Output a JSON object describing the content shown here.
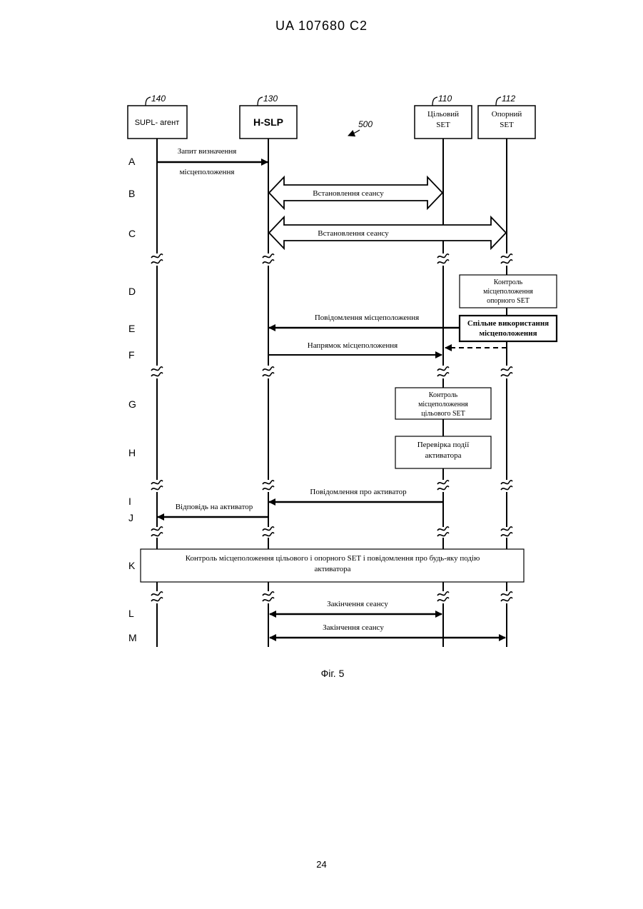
{
  "header": {
    "document_id": "UA   107680   C2"
  },
  "page_number": "24",
  "figure": {
    "ref_number": "500",
    "caption": "Фіг. 5",
    "entities": [
      {
        "ref": "140",
        "label_lines": [
          "SUPL- агент"
        ]
      },
      {
        "ref": "130",
        "label_lines": [
          "H-SLP"
        ]
      },
      {
        "ref": "110",
        "label_lines": [
          "Цільовий",
          "SET"
        ]
      },
      {
        "ref": "112",
        "label_lines": [
          "Опорний",
          "SET"
        ]
      }
    ],
    "rows": [
      "A",
      "B",
      "C",
      "D",
      "E",
      "F",
      "G",
      "H",
      "I",
      "J",
      "K",
      "L",
      "M"
    ],
    "messages": {
      "A": [
        "Запит визначення",
        "місцеположення"
      ],
      "B": "Встановлення сеансу",
      "C": "Встановлення сеансу",
      "E": "Повідомлення місцеположення",
      "F": "Напрямок місцеположення",
      "I": "Повідомлення про активатор",
      "J": "Відповідь на активатор",
      "L": "Закінчення сеансу",
      "M": "Закінчення сеансу"
    },
    "boxes": {
      "D": [
        "Контроль",
        "місцеположення",
        "опорного SET"
      ],
      "E": [
        "Спільне використання",
        "місцеположення"
      ],
      "G": [
        "Контроль",
        "місцеположення",
        "цільового SET"
      ],
      "H": [
        "Перевірка події",
        "активатора"
      ],
      "K": [
        "Контроль місцеположення цільового і опорного SET і повідомлення про будь-яку подію",
        "активатора"
      ]
    }
  }
}
